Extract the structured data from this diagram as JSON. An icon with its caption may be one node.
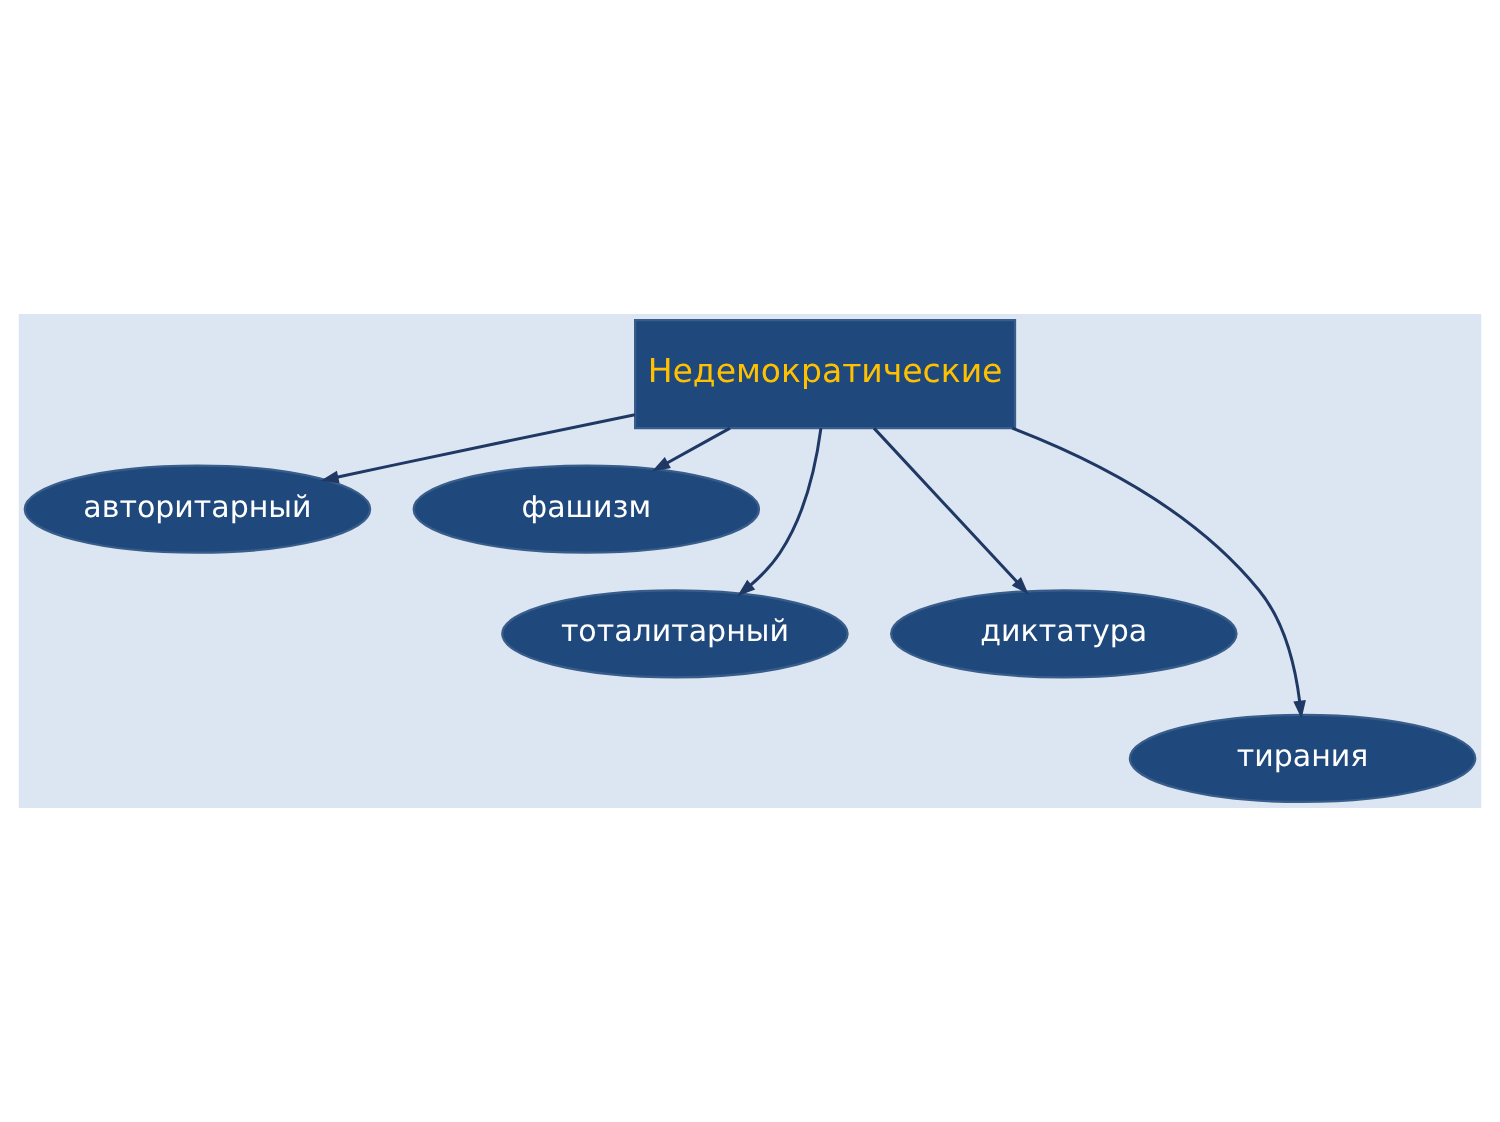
{
  "diagram": {
    "nodes": [
      {
        "text": [
          "Недемократические"
        ]
      },
      {
        "text": [
          "авторитарный"
        ]
      },
      {
        "text": [
          "фашизм"
        ]
      },
      {
        "text": [
          "тоталитарный"
        ]
      },
      {
        "text": [
          "диктатура"
        ]
      },
      {
        "text": [
          "тирания"
        ]
      }
    ],
    "edges": [
      {
        "from": 0,
        "to": 1,
        "arrow": "to"
      },
      {
        "from": 0,
        "to": 3,
        "arrow": "to"
      },
      {
        "from": 0,
        "to": 5,
        "arrow": "to"
      },
      {
        "from": 0,
        "to": 4,
        "arrow": "to"
      },
      {
        "from": 0,
        "to": 2,
        "arrow": "to"
      }
    ]
  }
}
